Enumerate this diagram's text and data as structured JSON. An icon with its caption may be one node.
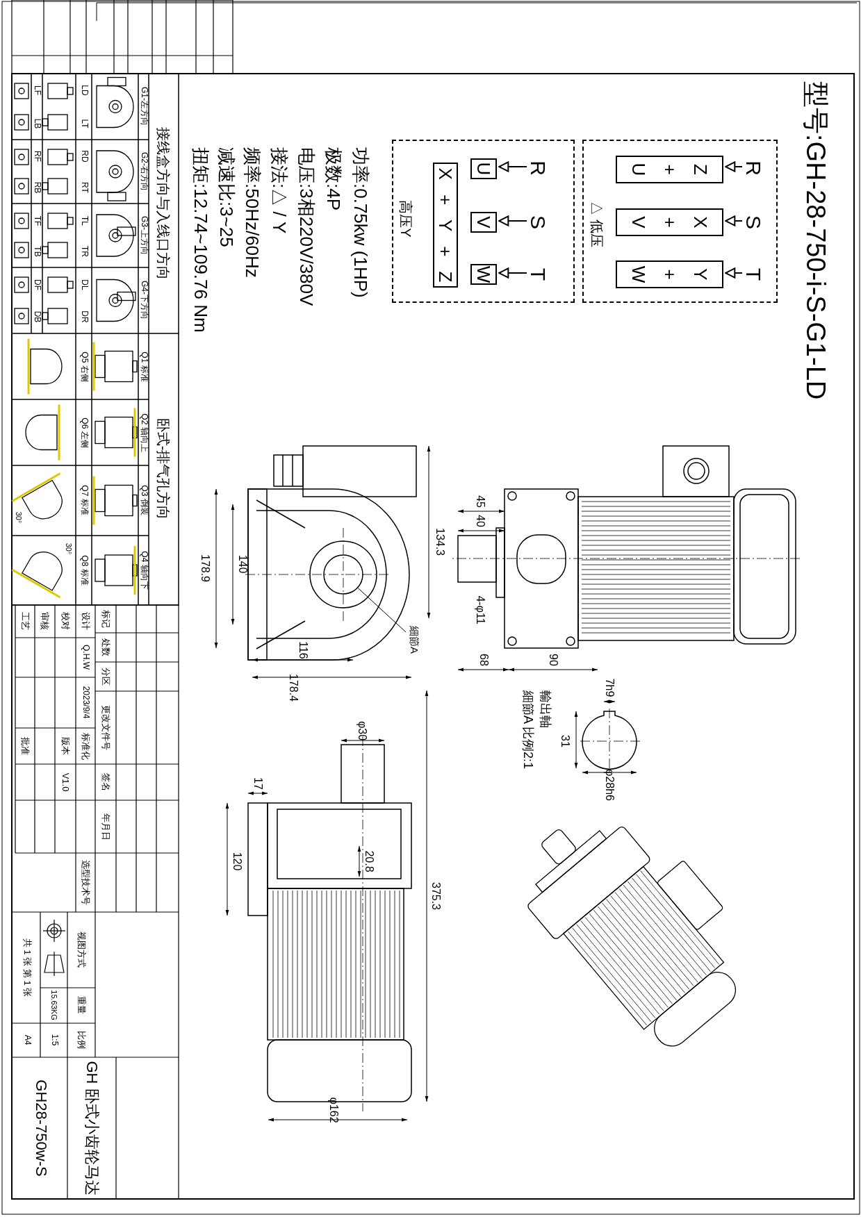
{
  "diagram": {
    "title": "型号:GH-28-750-i-S-G1-LD",
    "nodes": [
      {
        "text": [
          "△ 低压"
        ]
      },
      {
        "text": [
          "R"
        ],
        "in": 0
      },
      {
        "text": [
          "S"
        ],
        "in": 0
      },
      {
        "text": [
          "T"
        ],
        "in": 0
      },
      {
        "text": [
          "Z + U"
        ],
        "in": 0
      },
      {
        "text": [
          "X + V"
        ],
        "in": 0
      },
      {
        "text": [
          "Y + W"
        ],
        "in": 0
      },
      {
        "text": [
          "高压Y"
        ]
      },
      {
        "text": [
          "R"
        ],
        "in": 7
      },
      {
        "text": [
          "S"
        ],
        "in": 7
      },
      {
        "text": [
          "T"
        ],
        "in": 7
      },
      {
        "text": [
          "U"
        ],
        "in": 7
      },
      {
        "text": [
          "V"
        ],
        "in": 7
      },
      {
        "text": [
          "W"
        ],
        "in": 7
      },
      {
        "text": [
          "X + Y + Z"
        ],
        "in": 7
      },
      {
        "text": [
          "細節A"
        ]
      },
      {
        "text": [],
        "shape": "circle"
      }
    ],
    "edges": [
      {
        "from": 1,
        "to": 4,
        "arrow": "to"
      },
      {
        "from": 2,
        "to": 5,
        "arrow": "to"
      },
      {
        "from": 3,
        "to": 6,
        "arrow": "to"
      },
      {
        "from": 8,
        "to": 11,
        "arrow": "to"
      },
      {
        "from": 9,
        "to": 12,
        "arrow": "to"
      },
      {
        "from": 10,
        "to": 13,
        "arrow": "to"
      },
      {
        "from": 15,
        "to": 16,
        "arrow": "none"
      }
    ],
    "labels": [
      "功率:0.75kw (1HP)",
      "极数:4P",
      "电压:3相220V/380V",
      "接法:△ / Y",
      "频率:50Hz/60Hz",
      "减速比:3~25",
      "扭矩:12.74~109.76 Nm",
      "134.3",
      "178.9",
      "140",
      "116",
      "45",
      "40",
      "4-φ11",
      "68",
      "90",
      "7h9",
      "31",
      "φ28h6",
      "輸出軸",
      "細節A 比例2:1",
      "178.4",
      "φ30",
      "17",
      "120",
      "20.8",
      "375.3",
      "φ162",
      "接线盒方向与入线口方向",
      "G1-左方向",
      "G2-右方向",
      "G3-上方向",
      "G4-下方向",
      "LD",
      "LT",
      "RD",
      "RT",
      "TL",
      "TR",
      "DL",
      "DR",
      "LF",
      "LB",
      "RF",
      "RB",
      "TF",
      "TB",
      "DF",
      "DB",
      "卧式-排气孔方向",
      "Q1 标准",
      "Q2 轴向上",
      "Q3 倒装",
      "Q4 轴向下",
      "Q5 右侧",
      "Q6 左侧",
      "Q7 标准",
      "Q8 标准",
      "30°",
      "30°",
      "标记",
      "处数",
      "分区",
      "更改文件号",
      "签名",
      "年月日",
      "设计",
      "Q.H.W",
      "2023/9/4",
      "标准化",
      "选型技术号",
      "校对",
      "版本",
      "V1.0",
      "审核",
      "工艺",
      "批准",
      "视图方式",
      "重量",
      "比例",
      "15.63KG",
      "1:5",
      "共 1 张 第 1 张",
      "A4",
      "GH 卧式小齿轮马达",
      "GH28-750w-S"
    ]
  }
}
